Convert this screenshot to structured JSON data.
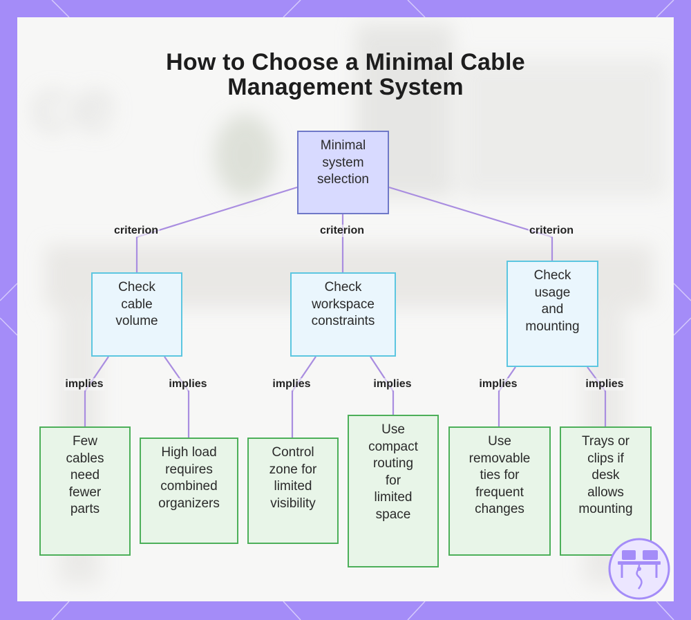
{
  "title_lines": [
    "How to Choose a Minimal Cable",
    "Management System"
  ],
  "colors": {
    "frame": "#a48cf8",
    "card": "#f7f7f6",
    "edge": "#a98de0",
    "root_fill": "#d8daff",
    "root_border": "#6f78c8",
    "criterion_fill": "#eaf6fd",
    "criterion_border": "#5cc6e0",
    "outcome_fill": "#e8f5e8",
    "outcome_border": "#4caf59"
  },
  "nodes": {
    "root": [
      "Minimal",
      "system",
      "selection"
    ],
    "volume": [
      "Check",
      "cable",
      "volume"
    ],
    "workspace": [
      "Check",
      "workspace",
      "constraints"
    ],
    "usage": [
      "Check",
      "usage",
      "and",
      "mounting"
    ],
    "few": [
      "Few",
      "cables",
      "need",
      "fewer",
      "parts"
    ],
    "high": [
      "High load",
      "requires",
      "combined",
      "organizers"
    ],
    "control": [
      "Control",
      "zone for",
      "limited",
      "visibility"
    ],
    "compact": [
      "Use",
      "compact",
      "routing",
      "for",
      "limited",
      "space"
    ],
    "removable": [
      "Use",
      "removable",
      "ties for",
      "frequent",
      "changes"
    ],
    "trays": [
      "Trays or",
      "clips if",
      "desk",
      "allows",
      "mounting"
    ]
  },
  "edge_labels": {
    "criterion": "criterion",
    "implies": "implies"
  },
  "logo_icon": "desk-cable-icon"
}
